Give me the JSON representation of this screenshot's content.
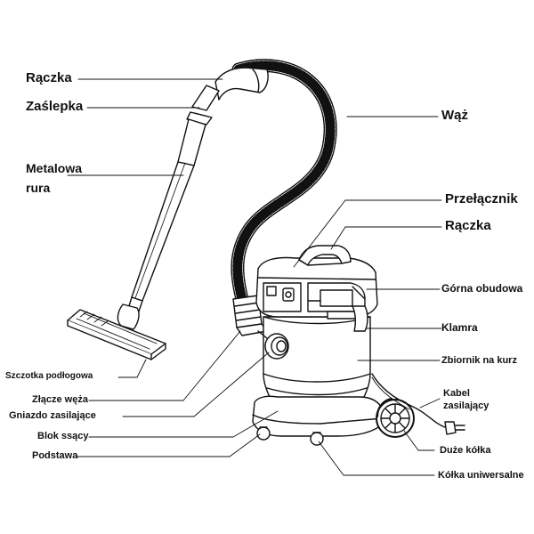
{
  "labels": {
    "raczka_top": "Rączka",
    "zaslepka": "Zaślepka",
    "metalowa_rura_1": "Metalowa",
    "metalowa_rura_2": "rura",
    "waz": "Wąż",
    "przelacznik": "Przełącznik",
    "raczka_right": "Rączka",
    "gorna_obudowa": "Górna obudowa",
    "klamra": "Klamra",
    "zbiornik": "Zbiornik na kurz",
    "kabel_1": "Kabel",
    "kabel_2": "zasilający",
    "duze_kolka": "Duże kółka",
    "kolka_uniwersalne": "Kółka uniwersalne",
    "szczotka": "Szczotka podłogowa",
    "zlacze_weza": "Złącze węża",
    "gniazdo": "Gniazdo zasilające",
    "blok_ssacy": "Blok ssący",
    "podstawa": "Podstawa"
  }
}
